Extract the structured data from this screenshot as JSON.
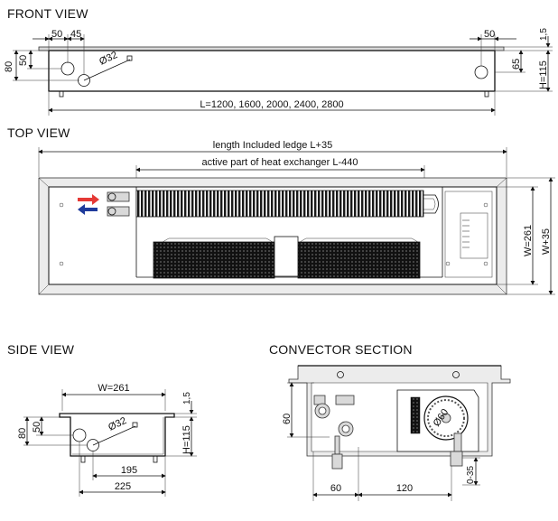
{
  "views": {
    "front": {
      "title": "FRONT VIEW"
    },
    "top": {
      "title": "TOP VIEW"
    },
    "side": {
      "title": "SIDE VIEW"
    },
    "section": {
      "title": "CONVECTOR SECTION"
    }
  },
  "front_dims": {
    "d50_left": "50",
    "d45": "45",
    "d50_right": "50",
    "d1_5": "1,5",
    "d80": "80",
    "d50_vert": "50",
    "d65": "65",
    "height": "H=115",
    "diameter": "Ø32",
    "length": "L=1200, 1600, 2000, 2400, 2800"
  },
  "top_dims": {
    "ledge": "length Included ledge L+35",
    "active": "active part of heat exchanger L-440",
    "width": "W=261",
    "width_ledge": "W+35"
  },
  "side_dims": {
    "width": "W=261",
    "d1_5": "1,5",
    "d80": "80",
    "d50": "50",
    "diameter": "Ø32",
    "height": "H=115",
    "d195": "195",
    "d225": "225"
  },
  "section_dims": {
    "d60_vert": "60",
    "diameter": "Ø60",
    "d60": "60",
    "d120": "120",
    "range": "0-35"
  }
}
